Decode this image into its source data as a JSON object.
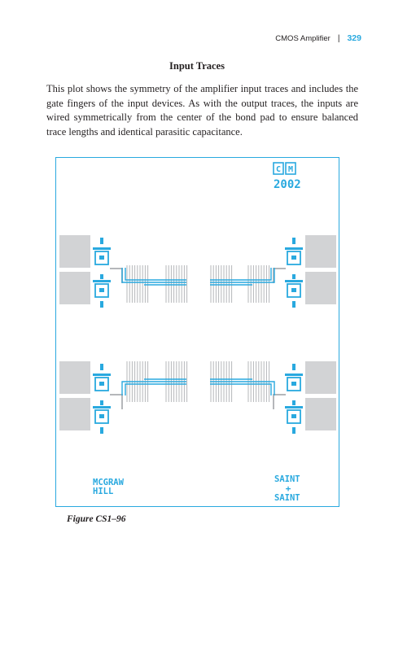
{
  "header": {
    "chapter_title": "CMOS Amplifier",
    "separator": "|",
    "page_number": "329"
  },
  "section": {
    "title": "Input Traces",
    "body": "This plot shows the symmetry of the amplifier input traces and includes the gate fingers of the input devices. As with the output traces, the inputs are wired symmetrically from the center of the bond pad to ensure balanced trace lengths and identical parasitic capacitance."
  },
  "figure": {
    "caption": "Figure CS1–96",
    "logo_letters": [
      "C",
      "M"
    ],
    "logo_year": "2002",
    "label_left": [
      "MCGRAW",
      "HILL"
    ],
    "label_right": [
      "SAINT",
      "+",
      "SAINT"
    ],
    "colors": {
      "border": "#29a9df",
      "trace": "#29a9df",
      "bond_pad": "#d2d3d5",
      "finger": "#b5b7ba"
    }
  }
}
